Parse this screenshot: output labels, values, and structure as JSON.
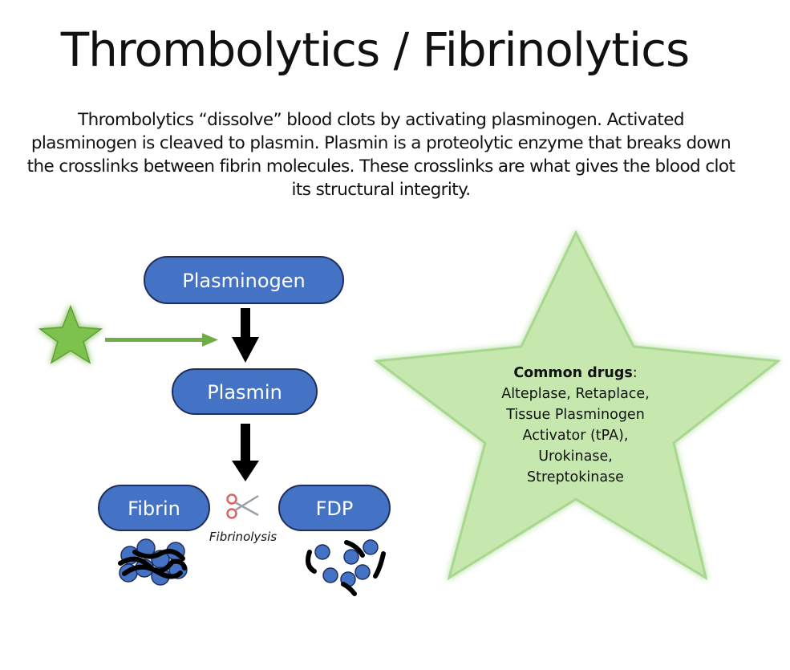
{
  "title": "Thrombolytics / Fibrinolytics",
  "description": "Thrombolytics “dissolve” blood clots by activating plasminogen. Activated plasminogen is cleaved to plasmin.  Plasmin is a proteolytic enzyme that breaks down the crosslinks between fibrin molecules. These crosslinks are what gives the blood clot its structural integrity.",
  "pathway": {
    "nodes": [
      {
        "id": "plasminogen",
        "label": "Plasminogen"
      },
      {
        "id": "plasmin",
        "label": "Plasmin"
      },
      {
        "id": "fibrin",
        "label": "Fibrin"
      },
      {
        "id": "fdp",
        "label": "FDP"
      }
    ],
    "process_label": "Fibrinolysis",
    "activator_icon": "star-icon",
    "cleave_icon": "scissors-icon"
  },
  "drugs_box": {
    "heading": "Common drugs",
    "heading_suffix": ":",
    "lines": [
      "Alteplase, Retaplace,",
      "Tissue Plasminogen",
      "Activator (tPA),",
      "Urokinase,",
      "Streptokinase"
    ]
  },
  "colors": {
    "pill_fill": "#4472C4",
    "pill_stroke": "#1F2F5A",
    "star_fill": "#C6E8AE",
    "small_star_fill": "#7CC24E",
    "activator_arrow": "#70AD47",
    "arrow": "#000000"
  }
}
